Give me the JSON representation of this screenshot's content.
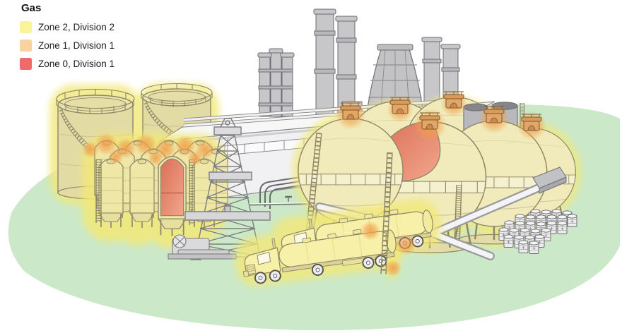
{
  "legend": {
    "title": "Gas",
    "items": [
      {
        "label": "Zone 2, Division 2",
        "color": "#FAF39B"
      },
      {
        "label": "Zone 1, Division 1",
        "color": "#F9D2A2"
      },
      {
        "label": "Zone 0, Division 1",
        "color": "#F1696B"
      }
    ]
  },
  "colors": {
    "ground": "#CBE8C8",
    "glow_yellow": "#F2E879",
    "glow_orange": "#F0A04C",
    "zone0_red_dark": "#D96F57",
    "zone0_red_light": "#F2A68C",
    "structure_yellow": "#F1EBBC",
    "tank_khaki": "#E2DBA3",
    "silo_yellow": "#EFE7A6",
    "gray_structure": "#C7C7CA",
    "building_white": "#F4F4F6"
  }
}
